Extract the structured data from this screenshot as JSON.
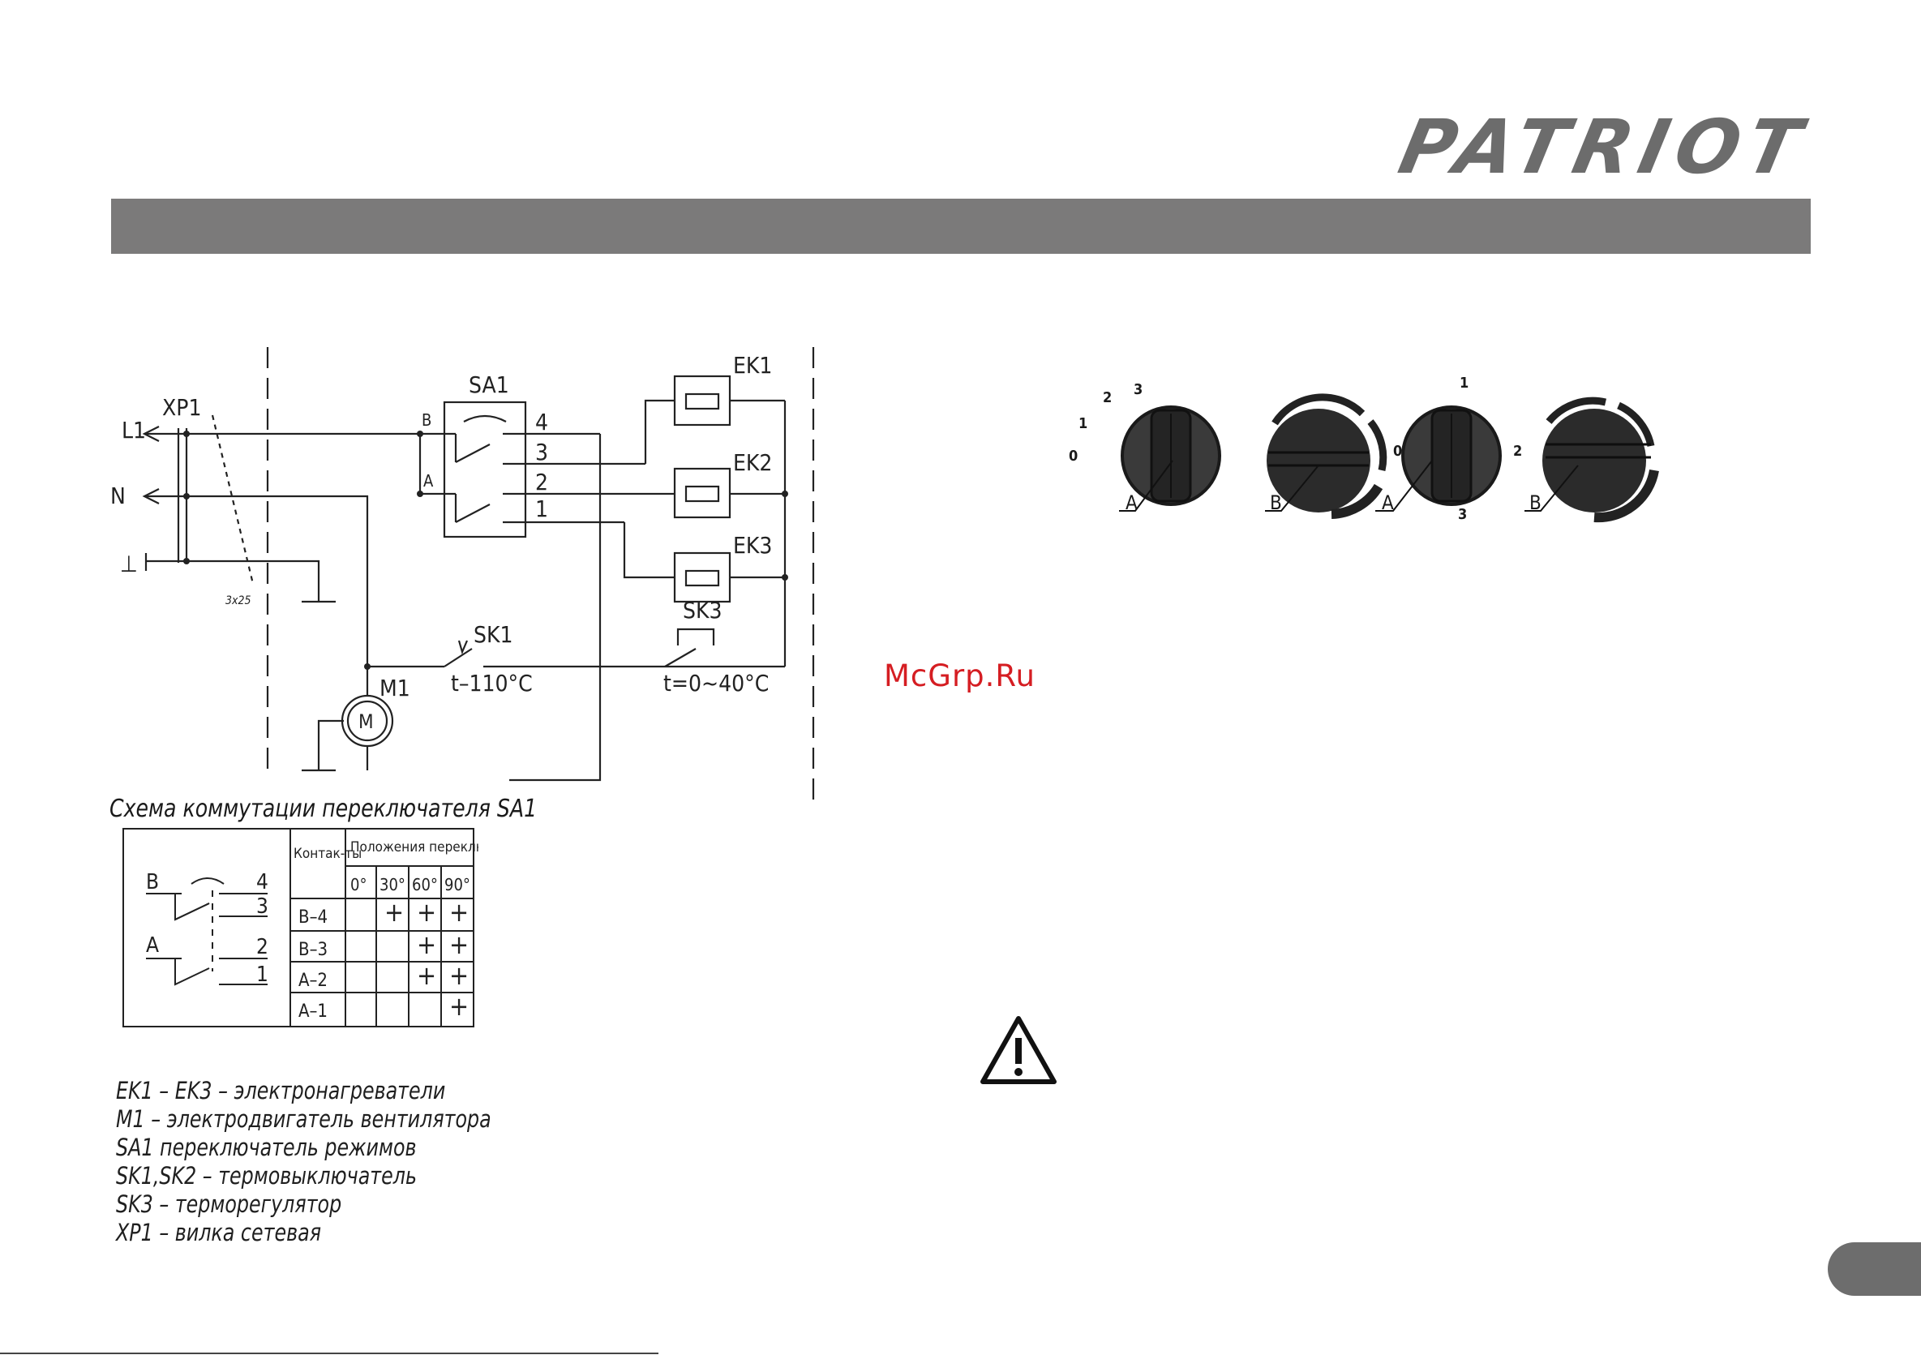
{
  "brand": {
    "logo_text": "PATRIOT"
  },
  "watermark": "McGrp.Ru",
  "schematic": {
    "labels": {
      "xp1": "XP1",
      "l1": "L1",
      "n": "N",
      "ground": "⊥",
      "cable": "3x25",
      "sa1": "SA1",
      "b": "B",
      "a": "A",
      "c4": "4",
      "c3": "3",
      "c2": "2",
      "c1": "1",
      "ek1": "EK1",
      "ek2": "EK2",
      "ek3": "EK3",
      "sk1": "SK1",
      "sk1_temp": "t–110°C",
      "sk3": "SK3",
      "sk3_temp": "t=0~40°C",
      "m1": "M1",
      "motor": "M"
    }
  },
  "switch_scheme": {
    "title": "Схема коммутации переключателя SA1",
    "diagram_labels": {
      "b": "B",
      "a": "A",
      "c4": "4",
      "c3": "3",
      "c2": "2",
      "c1": "1"
    },
    "header_contacts": "Контак-ты",
    "header_positions": "Положения переключателя",
    "angles": [
      "0°",
      "30°",
      "60°",
      "90°"
    ],
    "rows": [
      {
        "contact": "B–4",
        "marks": [
          "",
          "+",
          "+",
          "+"
        ]
      },
      {
        "contact": "B–3",
        "marks": [
          "",
          "",
          "+",
          "+"
        ]
      },
      {
        "contact": "A–2",
        "marks": [
          "",
          "",
          "+",
          "+"
        ]
      },
      {
        "contact": "A–1",
        "marks": [
          "",
          "",
          "",
          "+"
        ]
      }
    ]
  },
  "legend": [
    "EK1 – EK3 – электронагреватели",
    "M1 – электродвигатель вентилятора",
    "SA1 переключатель режимов",
    "SK1,SK2 – термовыключатель",
    "SK3 – терморегулятор",
    "XP1 – вилка сетевая"
  ],
  "knobs": {
    "left": {
      "scale": [
        "0",
        "1",
        "2",
        "3"
      ],
      "label_a": "A",
      "label_b": "B"
    },
    "right": {
      "scale": [
        "1",
        "0",
        "2",
        "3"
      ],
      "label_a": "A",
      "label_b": "B"
    }
  },
  "warning_icon": "warning-triangle-icon"
}
